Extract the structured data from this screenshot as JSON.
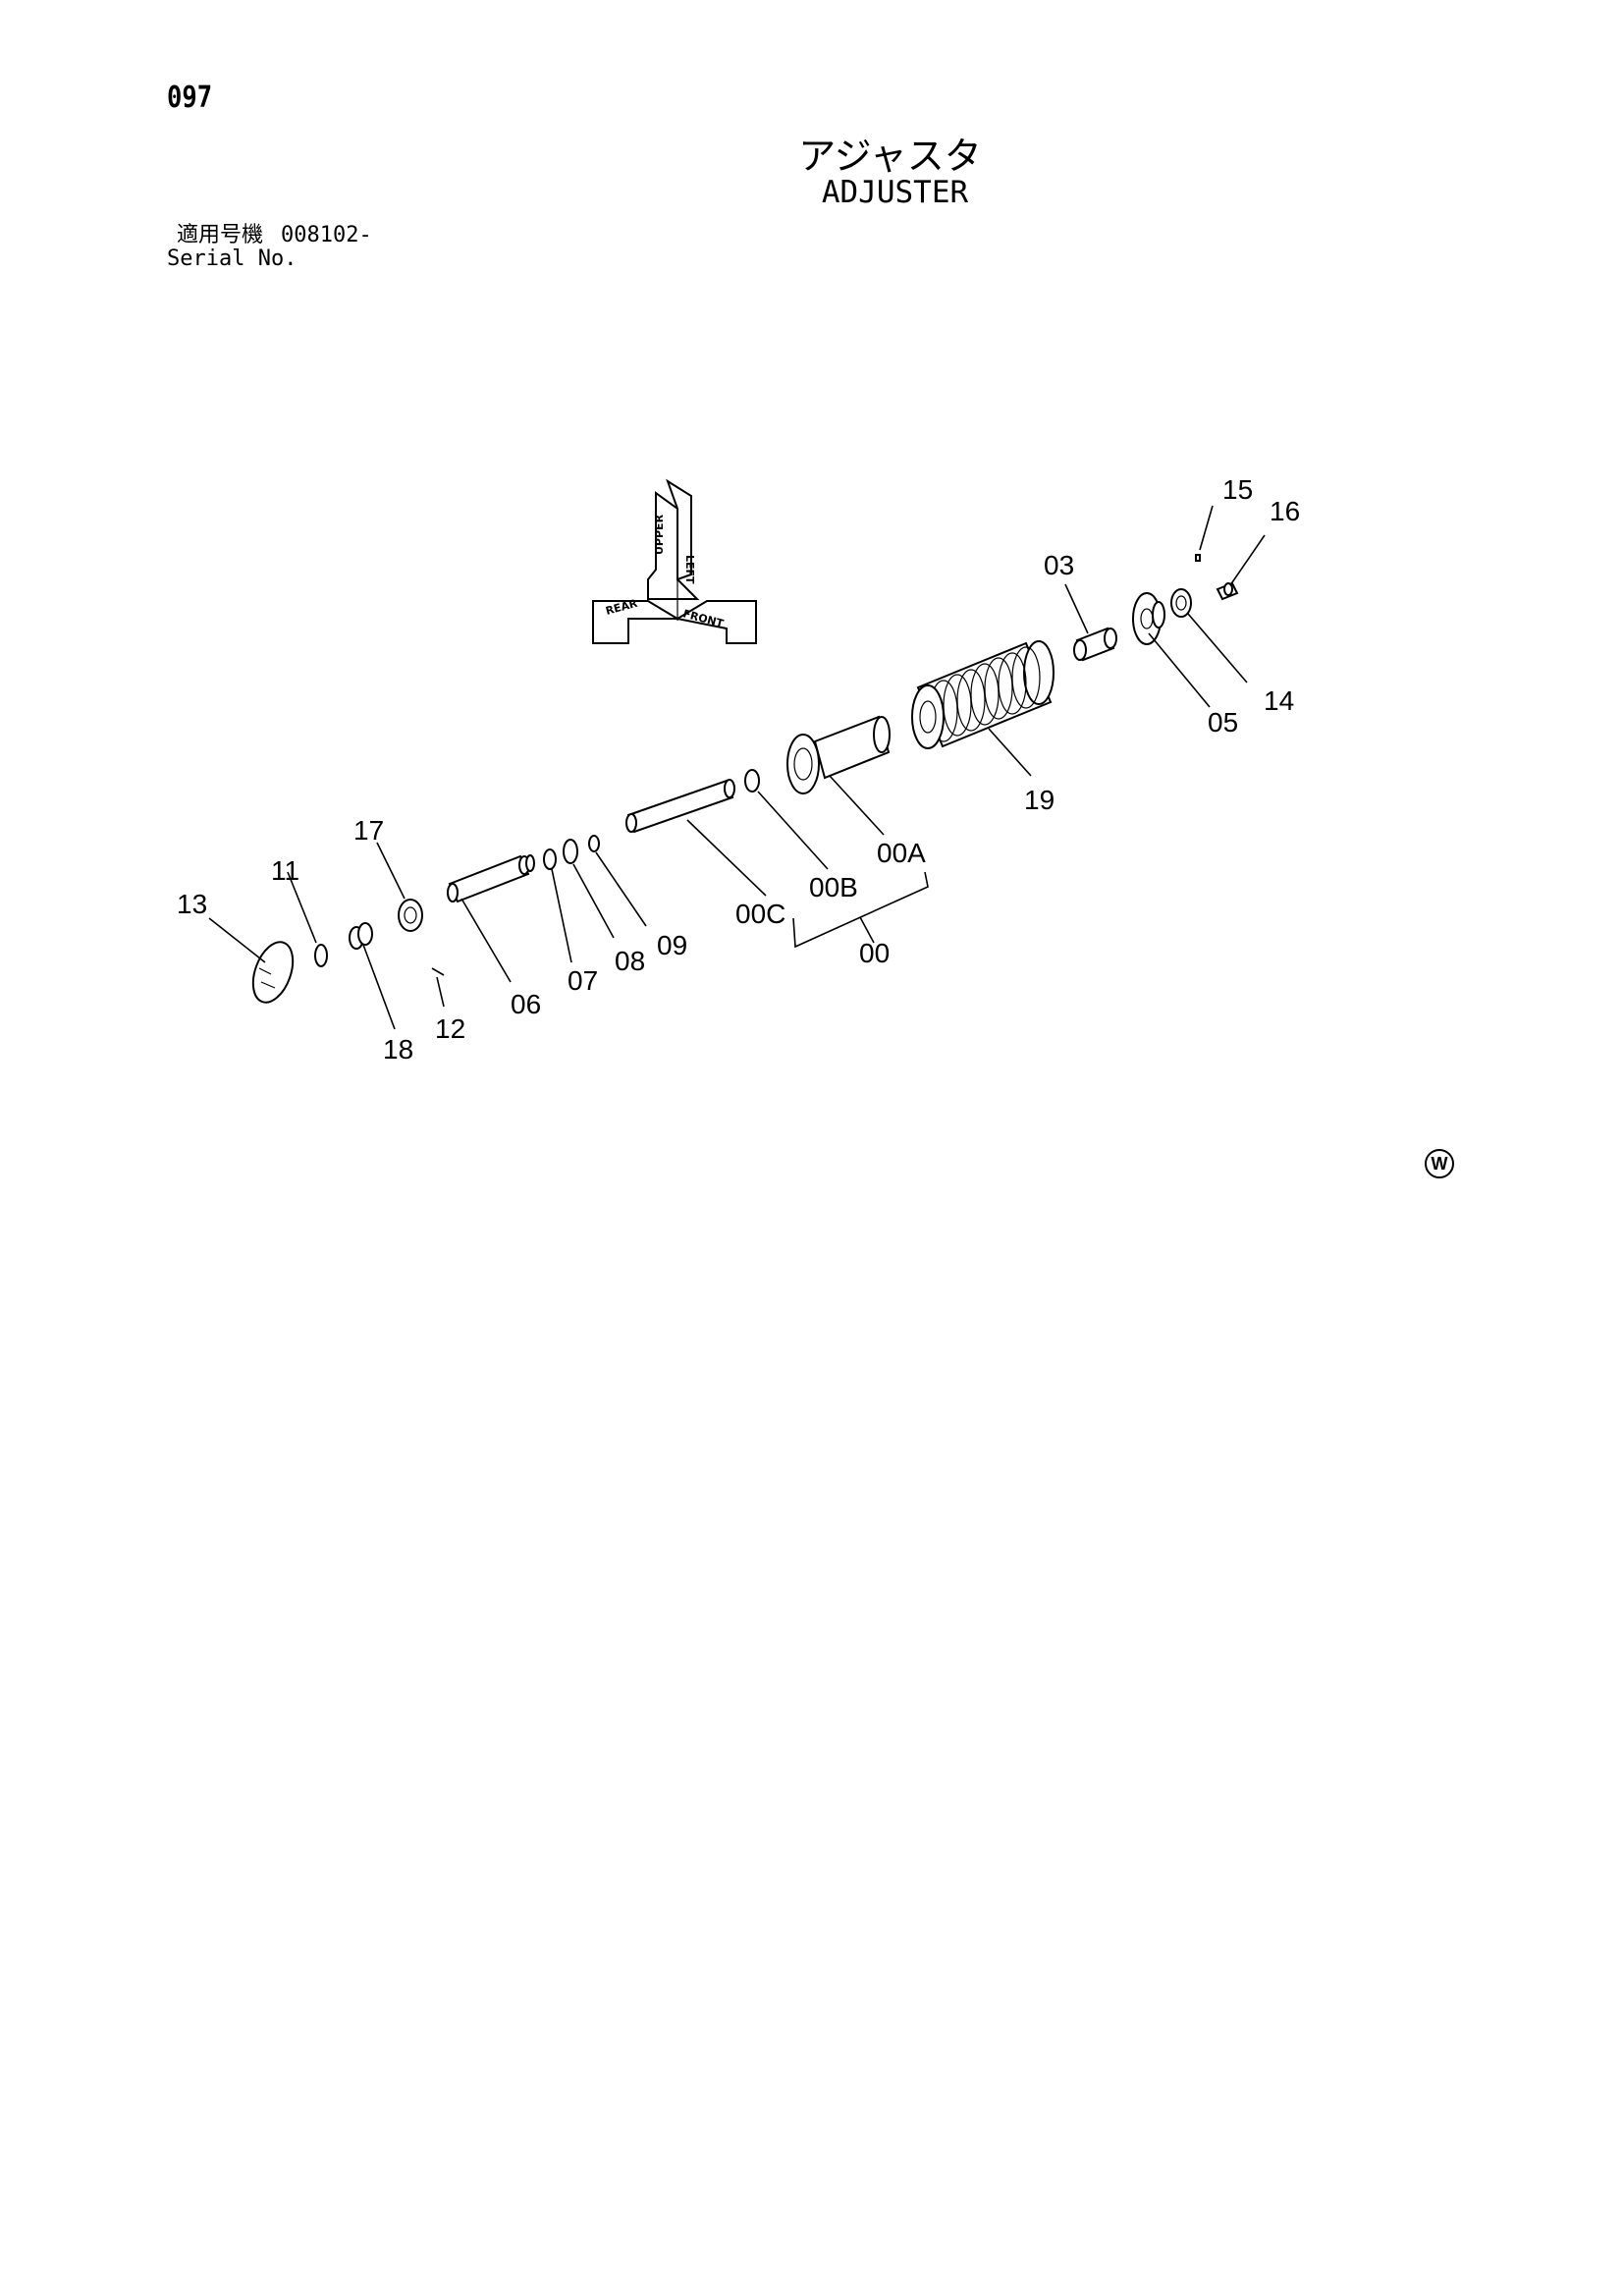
{
  "page_number": "097",
  "title_japanese": "アジャスタ",
  "title_english": "ADJUSTER",
  "serial": {
    "label_japanese": "適用号機",
    "number": "008102-",
    "label_english": "Serial No."
  },
  "orientation_arrows": {
    "up_left": "UPPER",
    "up_right": "LEFT",
    "left": "REAR",
    "right": "FRONT"
  },
  "callouts": {
    "c15": "15",
    "c16": "16",
    "c03": "03",
    "c05": "05",
    "c14": "14",
    "c19": "19",
    "c00A": "00A",
    "c00B": "00B",
    "c00C": "00C",
    "c00": "00",
    "c17": "17",
    "c11": "11",
    "c13": "13",
    "c09": "09",
    "c08": "08",
    "c07": "07",
    "c06": "06",
    "c12": "12",
    "c18": "18"
  },
  "corner_mark": "W"
}
